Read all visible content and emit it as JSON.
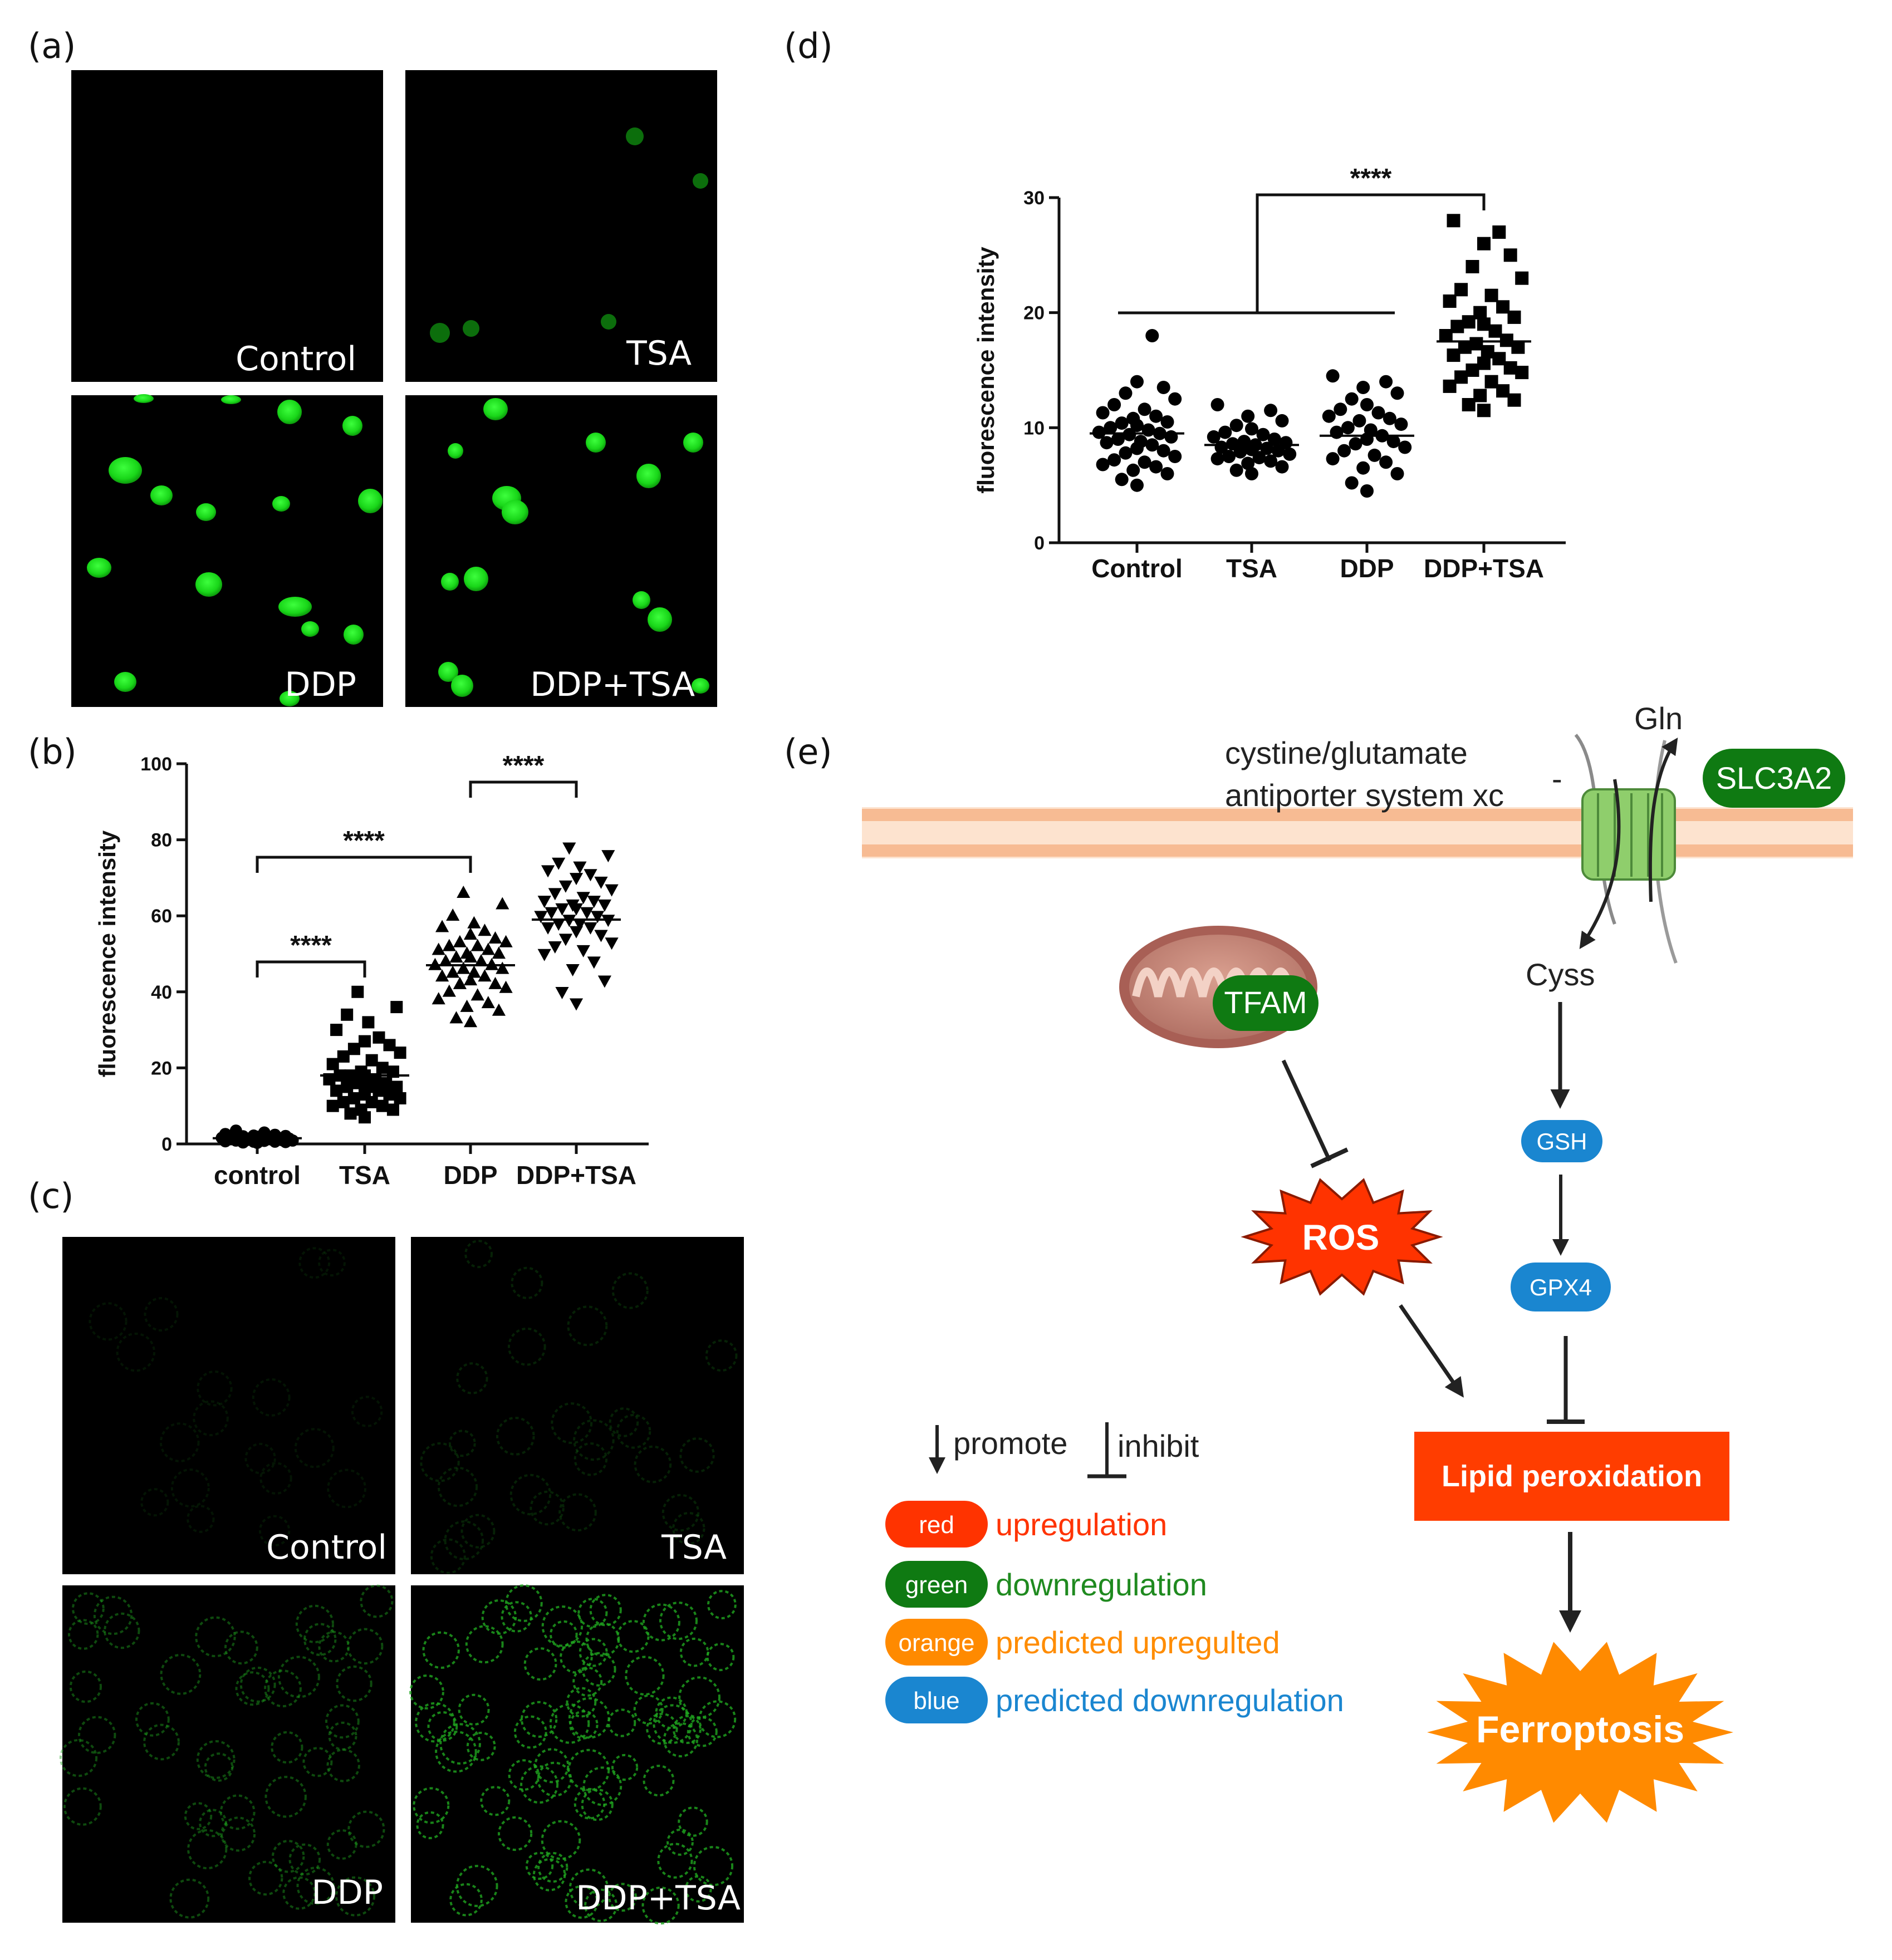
{
  "panel_labels": {
    "a": "(a)",
    "b": "(b)",
    "c": "(c)",
    "d": "(d)",
    "e": "(e)"
  },
  "panel_a": {
    "images": [
      "Control",
      "TSA",
      "DDP",
      "DDP+TSA"
    ]
  },
  "panel_c": {
    "images": [
      "Control",
      "TSA",
      "DDP",
      "DDP+TSA"
    ]
  },
  "chart_data": [
    {
      "id": "b",
      "type": "scatter",
      "ylabel": "fluorescence intensity",
      "xlabel": "",
      "ylim": [
        0,
        100
      ],
      "yticks": [
        0,
        20,
        40,
        60,
        80,
        100
      ],
      "categories": [
        "control",
        "TSA",
        "DDP",
        "DDP+TSA"
      ],
      "markers": [
        "circle",
        "square",
        "triangle-up",
        "triangle-down"
      ],
      "series": [
        {
          "values": [
            0.3,
            0.5,
            0.6,
            0.8,
            0.9,
            1.0,
            1.1,
            1.2,
            1.3,
            1.4,
            1.5,
            1.6,
            1.7,
            1.8,
            2.0,
            2.1,
            2.2,
            2.4,
            2.6,
            3.0,
            3.5,
            0.4,
            0.7,
            1.0,
            1.3,
            1.6,
            1.9,
            0.9,
            1.2,
            0.6
          ]
        },
        {
          "values": [
            7,
            8,
            9,
            10,
            10,
            11,
            12,
            12,
            13,
            14,
            14,
            15,
            15,
            16,
            16,
            17,
            17,
            18,
            18,
            19,
            19,
            20,
            21,
            22,
            23,
            24,
            25,
            26,
            27,
            28,
            30,
            32,
            34,
            36,
            40,
            9,
            11,
            13,
            15,
            18
          ]
        },
        {
          "values": [
            32,
            33,
            35,
            36,
            37,
            38,
            39,
            40,
            41,
            42,
            42,
            43,
            44,
            44,
            45,
            45,
            46,
            46,
            47,
            47,
            48,
            48,
            49,
            49,
            50,
            50,
            51,
            51,
            52,
            52,
            53,
            53,
            54,
            55,
            56,
            57,
            58,
            60,
            63,
            66
          ]
        },
        {
          "values": [
            37,
            40,
            43,
            46,
            48,
            50,
            51,
            52,
            53,
            54,
            55,
            56,
            57,
            57,
            58,
            58,
            59,
            59,
            60,
            60,
            61,
            61,
            62,
            62,
            63,
            63,
            64,
            64,
            65,
            66,
            67,
            68,
            69,
            70,
            71,
            72,
            73,
            74,
            76,
            78
          ]
        }
      ],
      "means": [
        1.5,
        18,
        47,
        59
      ],
      "comparisons": [
        {
          "from": 0,
          "to": 1,
          "label": "****"
        },
        {
          "from": 0,
          "to": 2,
          "label": "****"
        },
        {
          "from": 2,
          "to": 3,
          "label": "****"
        }
      ]
    },
    {
      "id": "d",
      "type": "scatter",
      "ylabel": "fluorescence intensity",
      "xlabel": "",
      "ylim": [
        0,
        30
      ],
      "yticks": [
        0,
        10,
        20,
        30
      ],
      "categories": [
        "Control",
        "TSA",
        "DDP",
        "DDP+TSA"
      ],
      "markers": [
        "circle",
        "circle",
        "circle",
        "square"
      ],
      "series": [
        {
          "values": [
            5,
            5.5,
            6,
            6.3,
            6.6,
            7,
            7.2,
            7.5,
            7.8,
            8,
            8.2,
            8.5,
            8.7,
            9,
            9.2,
            9.4,
            9.6,
            9.8,
            10,
            10.2,
            10.5,
            10.8,
            11,
            11.3,
            11.6,
            12,
            12.5,
            13,
            13.5,
            14,
            18,
            6.8,
            8.8,
            9.5,
            10.4
          ]
        },
        {
          "values": [
            6,
            6.3,
            6.6,
            6.9,
            7.1,
            7.3,
            7.5,
            7.7,
            7.9,
            8,
            8.2,
            8.3,
            8.5,
            8.6,
            8.8,
            9,
            9.2,
            9.4,
            9.6,
            9.9,
            10.2,
            10.6,
            11,
            11.5,
            12,
            7.4,
            8.1,
            8.7
          ]
        },
        {
          "values": [
            4.5,
            5.2,
            6,
            6.5,
            7,
            7.3,
            7.6,
            8,
            8.3,
            8.6,
            9,
            9.3,
            9.6,
            10,
            10.3,
            10.6,
            11,
            11.3,
            11.6,
            12,
            12.5,
            13,
            13.5,
            14,
            14.5,
            8.8,
            9.8,
            10.8
          ]
        },
        {
          "values": [
            11.5,
            12,
            12.4,
            12.8,
            13.2,
            13.6,
            14,
            14.4,
            14.8,
            15.2,
            15.6,
            16,
            16.3,
            16.6,
            17,
            17.3,
            17.6,
            18,
            18.4,
            18.8,
            19.2,
            19.6,
            20,
            20.5,
            21,
            21.5,
            22,
            23,
            24,
            25,
            26,
            27,
            28,
            15,
            17,
            19
          ]
        }
      ],
      "means": [
        9.5,
        8.5,
        9.3,
        17.5
      ],
      "comparisons": [
        {
          "group_from": 0,
          "group_to": 2,
          "to": 3,
          "label": "****"
        }
      ]
    }
  ],
  "diagram": {
    "gln": "Gln",
    "antiporter_line1": "cystine/glutamate",
    "antiporter_line2": "antiporter system xc",
    "antiporter_sup": "-",
    "slc3a2": "SLC3A2",
    "tfam": "TFAM",
    "cyss": "Cyss",
    "gsh": "GSH",
    "gpx4": "GPX4",
    "ros": "ROS",
    "lipid": "Lipid peroxidation",
    "ferroptosis": "Ferroptosis",
    "promote": "promote",
    "inhibit": "inhibit",
    "legend": [
      {
        "pill": "red",
        "text": "upregulation",
        "color": "#ff3300"
      },
      {
        "pill": "green",
        "text": "downregulation",
        "color": "#1f8a1f"
      },
      {
        "pill": "orange",
        "text": "predicted upregulted",
        "color": "#ff8c00"
      },
      {
        "pill": "blue",
        "text": "predicted downregulation",
        "color": "#1a86d0"
      }
    ],
    "colors": {
      "green_pill": "#0f7a12",
      "blue_pill": "#1a86d0",
      "ros": "#ff3300",
      "lipid": "#ff3d00",
      "ferro": "#ff8a00",
      "membrane": "#f8c9a4"
    }
  }
}
